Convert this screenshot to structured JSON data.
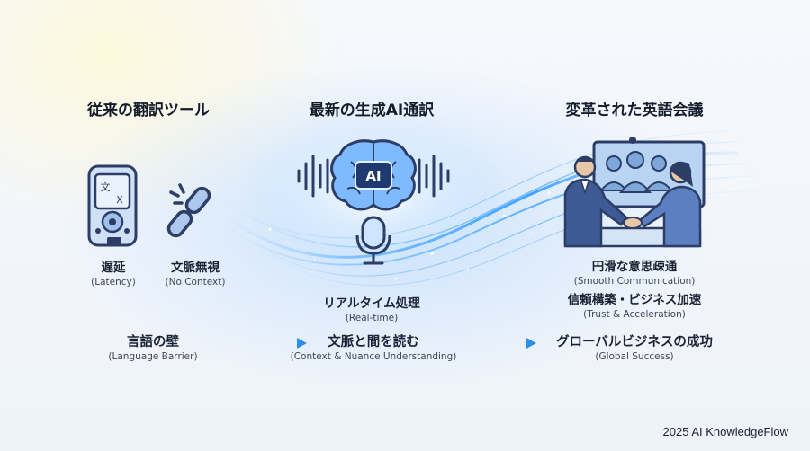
{
  "columns": {
    "left_title": "従来の翻訳ツール",
    "center_title": "最新の生成AI通訳",
    "right_title": "変革された英語会議"
  },
  "left": {
    "device_glyph_1": "文",
    "device_glyph_2": "X",
    "item1_jp": "遅延",
    "item1_en": "(Latency)",
    "item2_jp": "文脈無視",
    "item2_en": "(No Context)"
  },
  "center": {
    "chip_label": "AI",
    "feature_jp": "リアルタイム処理",
    "feature_en": "(Real-time)"
  },
  "right": {
    "item1_jp": "円滑な意思疎通",
    "item1_en": "(Smooth Communication)",
    "item2_jp": "信頼構築・ビジネス加速",
    "item2_en": "(Trust & Acceleration)"
  },
  "flow": {
    "step1_jp": "言語の壁",
    "step1_en": "(Language Barrier)",
    "step2_jp": "文脈と間を読む",
    "step2_en": "(Context & Nuance Understanding)",
    "step3_jp": "グローバルビジネスの成功",
    "step3_en": "(Global Success)"
  },
  "footer": "2025 AI KnowledgeFlow",
  "colors": {
    "navy": "#2c3e66",
    "icon_blue": "#5a8fd8",
    "wave_blue": "#4aa8ff",
    "arrow_blue": "#2f8fe6"
  }
}
